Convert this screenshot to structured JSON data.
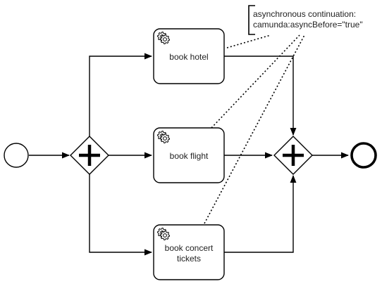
{
  "diagram": {
    "type": "bpmn-process",
    "start_event": {
      "kind": "start-event"
    },
    "end_event": {
      "kind": "end-event"
    },
    "split_gateway": {
      "kind": "parallel-gateway",
      "symbol": "+"
    },
    "join_gateway": {
      "kind": "parallel-gateway",
      "symbol": "+"
    },
    "tasks": [
      {
        "id": "hotel",
        "icon": "gear-icon",
        "label_lines": [
          "book hotel"
        ]
      },
      {
        "id": "flight",
        "icon": "gear-icon",
        "label_lines": [
          "book flight"
        ]
      },
      {
        "id": "concert",
        "icon": "gear-icon",
        "label_lines": [
          "book concert",
          "tickets"
        ]
      }
    ],
    "annotation": {
      "lines": [
        "asynchronous continuation:",
        "camunda:asyncBefore=\"true\""
      ]
    },
    "colors": {
      "stroke": "#000000",
      "fill": "#ffffff",
      "text": "#222222"
    }
  }
}
